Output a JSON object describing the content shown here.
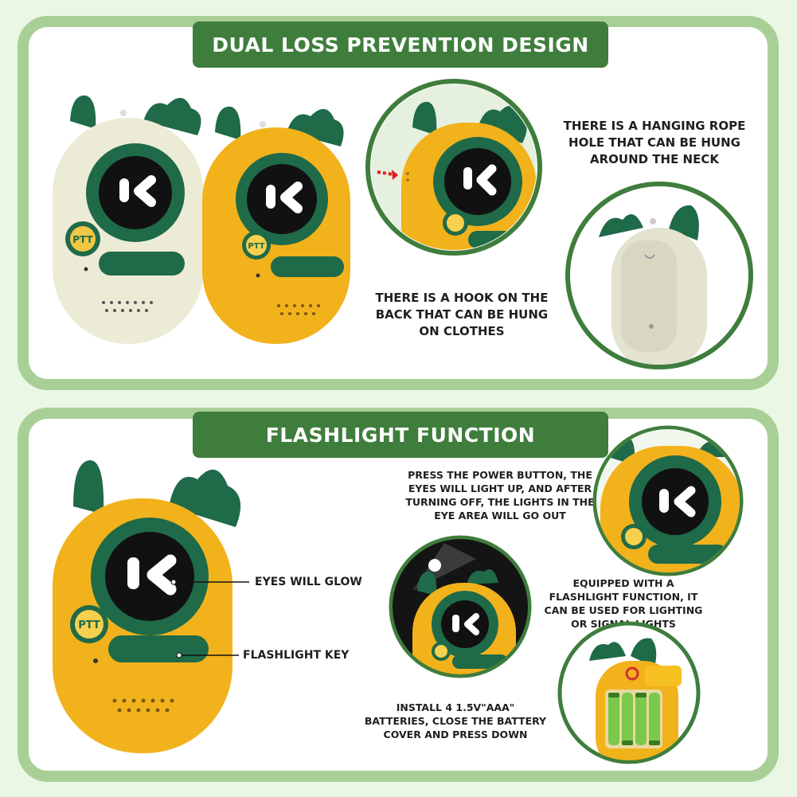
{
  "sections": {
    "top": {
      "title": "DUAL LOSS PREVENTION DESIGN",
      "rope_caption": "THERE IS A HANGING ROPE HOLE THAT CAN BE HUNG AROUND THE NECK",
      "hook_caption": "THERE IS A HOOK ON THE BACK THAT CAN BE HUNG ON CLOTHES"
    },
    "bottom": {
      "title": "FLASHLIGHT FUNCTION",
      "eyes_label": "EYES WILL GLOW",
      "flashlight_key_label": "FLASHLIGHT KEY",
      "power_caption": "PRESS THE POWER BUTTON, THE EYES WILL LIGHT UP, AND AFTER TURNING OFF, THE LIGHTS IN THE EYE AREA WILL GO OUT",
      "flashlight_caption": "EQUIPPED WITH A FLASHLIGHT FUNCTION, IT CAN BE USED FOR LIGHTING OR SIGNAL LIGHTS",
      "battery_caption": "INSTALL 4 1.5V\"AAA\" BATTERIES, CLOSE THE BATTERY COVER AND PRESS DOWN"
    }
  },
  "device": {
    "ptt_label": "PTT"
  },
  "colors": {
    "panel_border": "#a8cf95",
    "banner": "#3f7d3c",
    "device_yellow": "#f2b21c",
    "device_cream": "#ecebd6",
    "device_green": "#1f6a48",
    "eye_black": "#111111"
  }
}
